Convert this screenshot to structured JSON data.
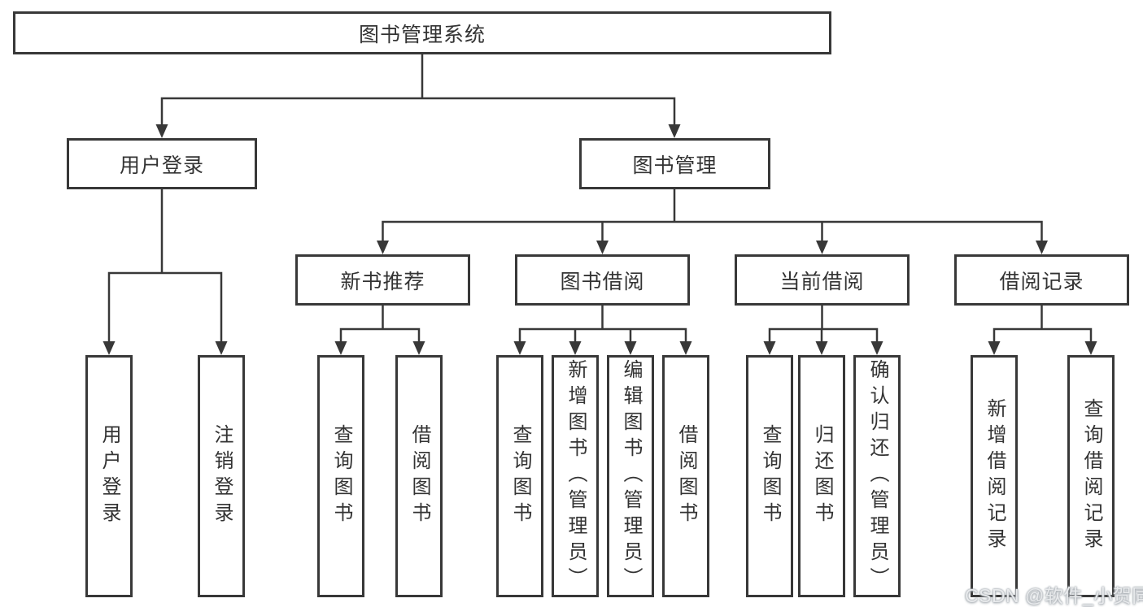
{
  "diagram_title": "图书管理系统",
  "tree": {
    "label": "图书管理系统",
    "children": [
      {
        "label": "用户登录",
        "children": [
          {
            "label": "用户登录"
          },
          {
            "label": "注销登录"
          }
        ]
      },
      {
        "label": "图书管理",
        "children": [
          {
            "label": "新书推荐",
            "children": [
              {
                "label": "查询图书"
              },
              {
                "label": "借阅图书"
              }
            ]
          },
          {
            "label": "图书借阅",
            "children": [
              {
                "label": "查询图书"
              },
              {
                "label": "新增图书（管理员）"
              },
              {
                "label": "编辑图书（管理员）"
              },
              {
                "label": "借阅图书"
              }
            ]
          },
          {
            "label": "当前借阅",
            "children": [
              {
                "label": "查询图书"
              },
              {
                "label": "归还图书"
              },
              {
                "label": "确认归还（管理员）"
              }
            ]
          },
          {
            "label": "借阅记录",
            "children": [
              {
                "label": "新增借阅记录"
              },
              {
                "label": "查询借阅记录"
              }
            ]
          }
        ]
      }
    ]
  },
  "watermark": {
    "text": "CSDN @软件_小贺同学"
  },
  "colors": {
    "line": "#383838",
    "box_border": "#383838",
    "text": "#333333",
    "background": "#ffffff",
    "watermark": "#c3c7cc"
  }
}
